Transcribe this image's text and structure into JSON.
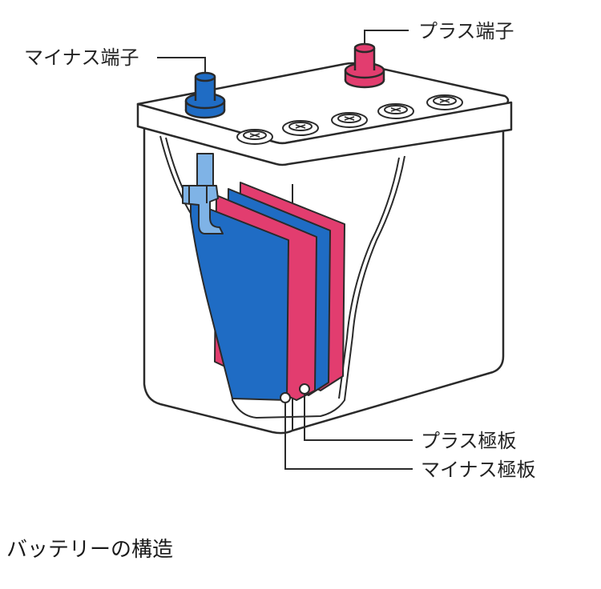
{
  "labels": {
    "minus_terminal": "マイナス端子",
    "plus_terminal": "プラス端子",
    "plus_plate": "プラス極板",
    "minus_plate": "マイナス極板"
  },
  "caption": "バッテリーの構造",
  "colors": {
    "minus": "#1f6cc4",
    "minus_light": "#7fb3e6",
    "plus": "#e23d6f",
    "outline": "#2a2a2a",
    "case": "#ffffff"
  }
}
